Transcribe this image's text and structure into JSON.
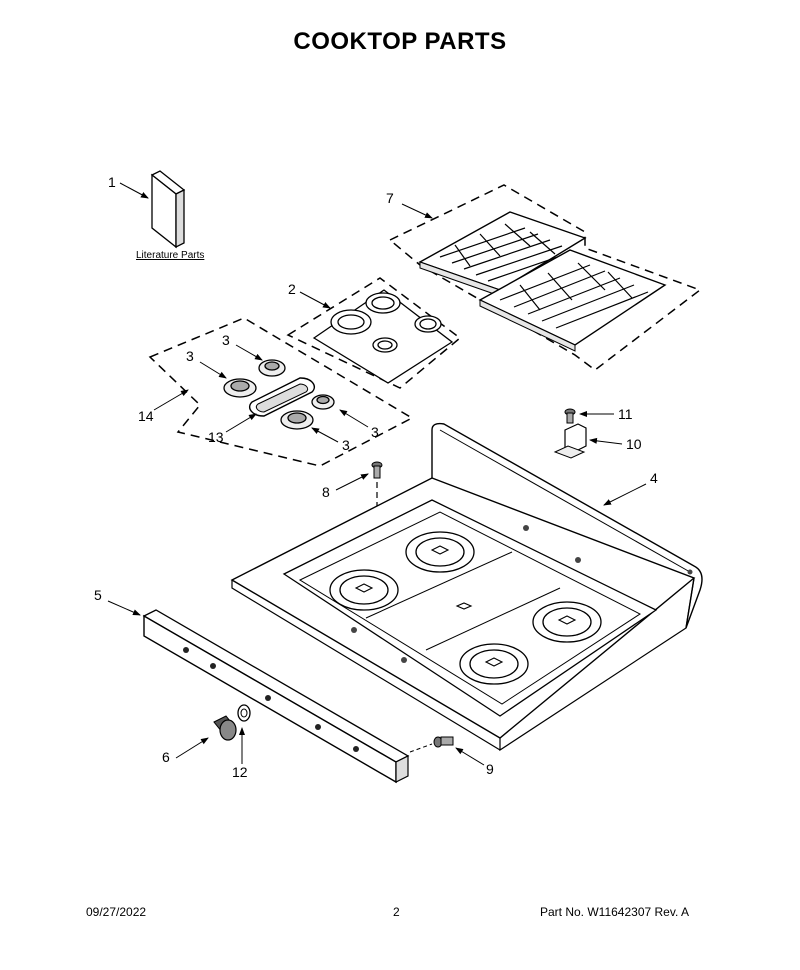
{
  "page": {
    "title": "COOKTOP PARTS",
    "footer": {
      "date": "09/27/2022",
      "page_number": "2",
      "part_info": "Part No.  W11642307  Rev.  A"
    }
  },
  "diagram": {
    "literature_label": "Literature Parts",
    "callouts": {
      "literature": "1",
      "burner_caps": "2",
      "burner_head_a": "3",
      "burner_head_b": "3",
      "burner_head_c": "3",
      "burner_head_d": "3",
      "cooktop": "4",
      "manifold_panel": "5",
      "knob": "6",
      "grates": "7",
      "screw_top": "8",
      "screw_side": "9",
      "bracket": "10",
      "screw_bracket": "11",
      "bezel": "12",
      "oval_burner": "13",
      "burner_kit": "14"
    }
  }
}
